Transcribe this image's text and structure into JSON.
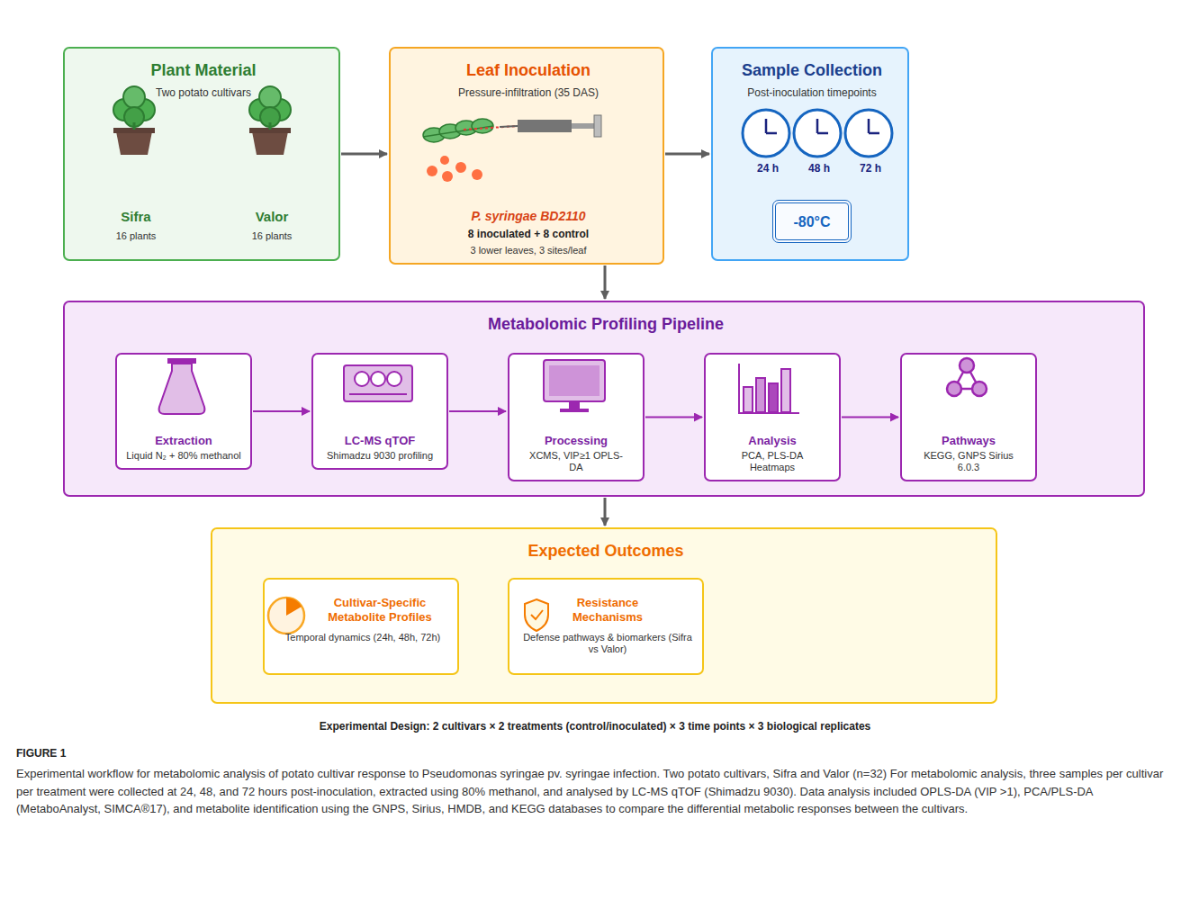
{
  "diagram": {
    "caption": "Experimental workflow for metabolomic analysis of potato cultivar response to Pseudomonas syringae pv. syringae infection. Two potato cultivars, Sifra and Valor (n=32) For metabolomic analysis, three samples per cultivar per treatment were collected at 24, 48, and 72 hours post-inoculation, extracted using 80% methanol, and analysed by LC-MS qTOF (Shimadzu 9030). Data analysis included OPLS-DA (VIP >1), PCA/PLS-DA (MetaboAnalyst, SIMCA®17), and metabolite identification using the GNPS, Sirius, HMDB, and KEGG databases to compare the differential metabolic responses between the cultivars.",
    "nodes": [
      {
        "text": [
          "Plant Material",
          "Two potato cultivars",
          "Sifra",
          "16 plants",
          "Valor",
          "16 plants"
        ]
      },
      {
        "text": [
          "Leaf Inoculation",
          "Pressure-infiltration (35 DAS)",
          "P. syringae BD2110",
          "8 inoculated + 8 control",
          "3 lower leaves, 3 sites/leaf"
        ]
      },
      {
        "text": [
          "Sample Collection",
          "Post-inoculation timepoints",
          "24 h",
          "48 h",
          "72 h"
        ]
      },
      {
        "text": [
          "-80°C"
        ],
        "in": 2
      },
      {
        "text": [
          "Metabolomic Profiling Pipeline"
        ]
      },
      {
        "text": [
          "Extraction",
          "Liquid N₂ + 80% methanol"
        ],
        "in": 4
      },
      {
        "text": [
          "LC-MS qTOF",
          "Shimadzu 9030 profiling"
        ],
        "in": 4
      },
      {
        "text": [
          "Processing",
          "XCMS, VIP≥1 OPLS-DA"
        ],
        "in": 4
      },
      {
        "text": [
          "Analysis",
          "PCA, PLS-DA Heatmaps"
        ],
        "in": 4
      },
      {
        "text": [
          "Pathways",
          "KEGG, GNPS Sirius 6.0.3"
        ],
        "in": 4
      },
      {
        "text": [
          "Expected Outcomes"
        ]
      },
      {
        "text": [
          "Cultivar-Specific Metabolite Profiles",
          "Temporal dynamics (24h, 48h, 72h)"
        ],
        "in": 10
      },
      {
        "text": [
          "Resistance Mechanisms",
          "Defense pathways & biomarkers (Sifra vs Valor)"
        ],
        "in": 10
      }
    ],
    "edges": [
      {
        "from": 0,
        "to": 1,
        "arrow": "to"
      },
      {
        "from": 1,
        "to": 2,
        "arrow": "to"
      },
      {
        "from": 1,
        "to": 4,
        "arrow": "to"
      },
      {
        "from": 5,
        "to": 6,
        "arrow": "to"
      },
      {
        "from": 6,
        "to": 7,
        "arrow": "to"
      },
      {
        "from": 7,
        "to": 8,
        "arrow": "to"
      },
      {
        "from": 8,
        "to": 9,
        "arrow": "to"
      },
      {
        "from": 4,
        "to": 10,
        "arrow": "to"
      }
    ],
    "labels": [
      "Experimental Design: 2 cultivars × 2 treatments (control/inoculated) × 3 time points × 3 biological replicates",
      "FIGURE 1"
    ]
  }
}
